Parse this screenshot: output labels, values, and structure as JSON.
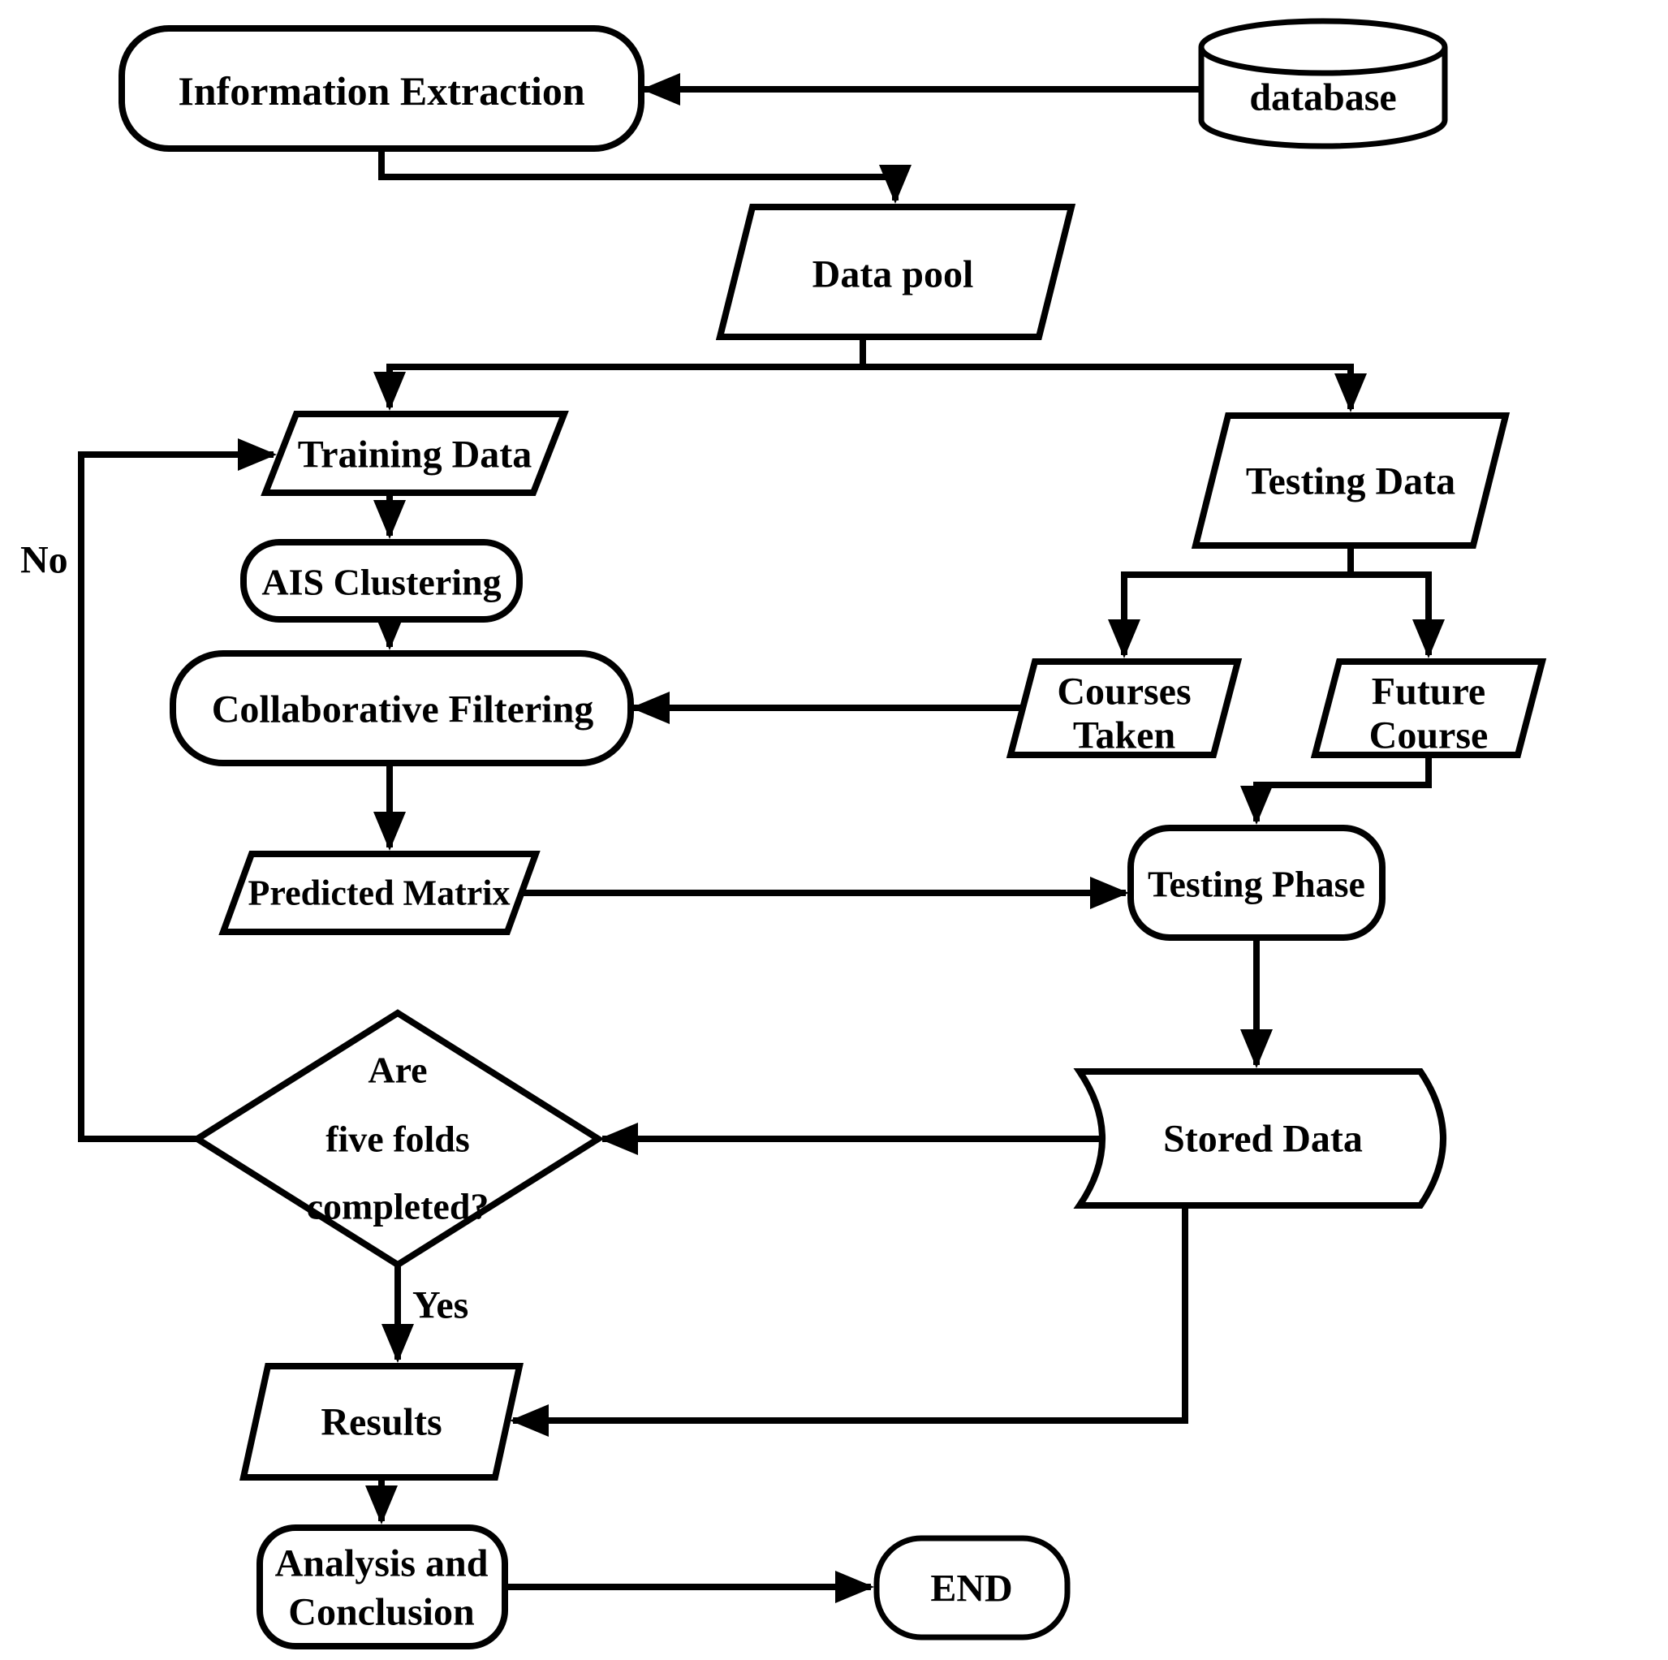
{
  "colors": {
    "background": "#ffffff",
    "line": "#000000",
    "shape_fill": "#ffffff"
  },
  "nodes": {
    "information_extraction": {
      "label": "Information Extraction"
    },
    "database": {
      "label": "database"
    },
    "data_pool": {
      "label": "Data pool"
    },
    "training_data": {
      "label": "Training Data"
    },
    "testing_data": {
      "label": "Testing Data"
    },
    "ais_clustering": {
      "label": "AIS Clustering"
    },
    "collaborative_filtering": {
      "label": "Collaborative Filtering"
    },
    "courses_taken": {
      "line1": "Courses",
      "line2": "Taken"
    },
    "future_course": {
      "line1": "Future",
      "line2": "Course"
    },
    "predicted_matrix": {
      "label": "Predicted Matrix"
    },
    "testing_phase": {
      "label": "Testing Phase"
    },
    "stored_data": {
      "label": "Stored Data"
    },
    "decision_five_folds": {
      "line1": "Are",
      "line2": "five folds",
      "line3": "completed?"
    },
    "results": {
      "label": "Results"
    },
    "analysis_conclusion": {
      "line1": "Analysis and",
      "line2": "Conclusion"
    },
    "end": {
      "label": "END"
    }
  },
  "edge_labels": {
    "no": "No",
    "yes": "Yes"
  }
}
